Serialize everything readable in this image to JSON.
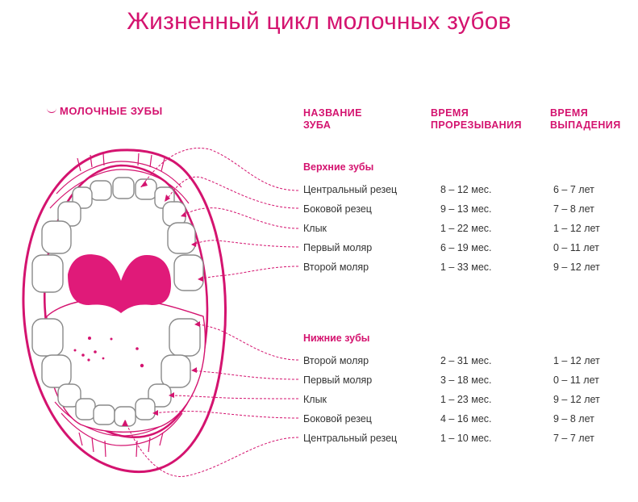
{
  "title": "Жизненный цикл молочных зубов",
  "section_label": "МОЛОЧНЫЕ ЗУБЫ",
  "headers": {
    "name": [
      "НАЗВАНИЕ",
      "ЗУБА"
    ],
    "eruption": [
      "ВРЕМЯ",
      "ПРОРЕЗЫВАНИЯ"
    ],
    "loss": [
      "ВРЕМЯ",
      "ВЫПАДЕНИЯ"
    ]
  },
  "upper": {
    "label": "Верхние зубы",
    "rows": [
      {
        "name": "Центральный резец",
        "eruption": "8 – 12 мес.",
        "loss": "6 – 7 лет"
      },
      {
        "name": "Боковой резец",
        "eruption": "9 – 13 мес.",
        "loss": "7 – 8 лет"
      },
      {
        "name": "Клык",
        "eruption": "1 – 22 мес.",
        "loss": "1 – 12 лет"
      },
      {
        "name": "Первый моляр",
        "eruption": "6 – 19 мес.",
        "loss": "0 – 11 лет"
      },
      {
        "name": "Второй моляр",
        "eruption": "1 – 33 мес.",
        "loss": "9 – 12 лет"
      }
    ]
  },
  "lower": {
    "label": "Нижние зубы",
    "rows": [
      {
        "name": "Второй моляр",
        "eruption": "2 – 31 мес.",
        "loss": "1 – 12 лет"
      },
      {
        "name": "Первый моляр",
        "eruption": "3 – 18 мес.",
        "loss": "0 – 11 лет"
      },
      {
        "name": "Клык",
        "eruption": "1 – 23 мес.",
        "loss": "9 – 12 лет"
      },
      {
        "name": "Боковой резец",
        "eruption": "4 – 16 мес.",
        "loss": "9 – 8 лет"
      },
      {
        "name": "Центральный резец",
        "eruption": "1 – 10 мес.",
        "loss": "7 – 7 лет"
      }
    ]
  },
  "colors": {
    "accent": "#d4136f",
    "tooth_stroke": "#8a8a8a",
    "text": "#333333"
  }
}
